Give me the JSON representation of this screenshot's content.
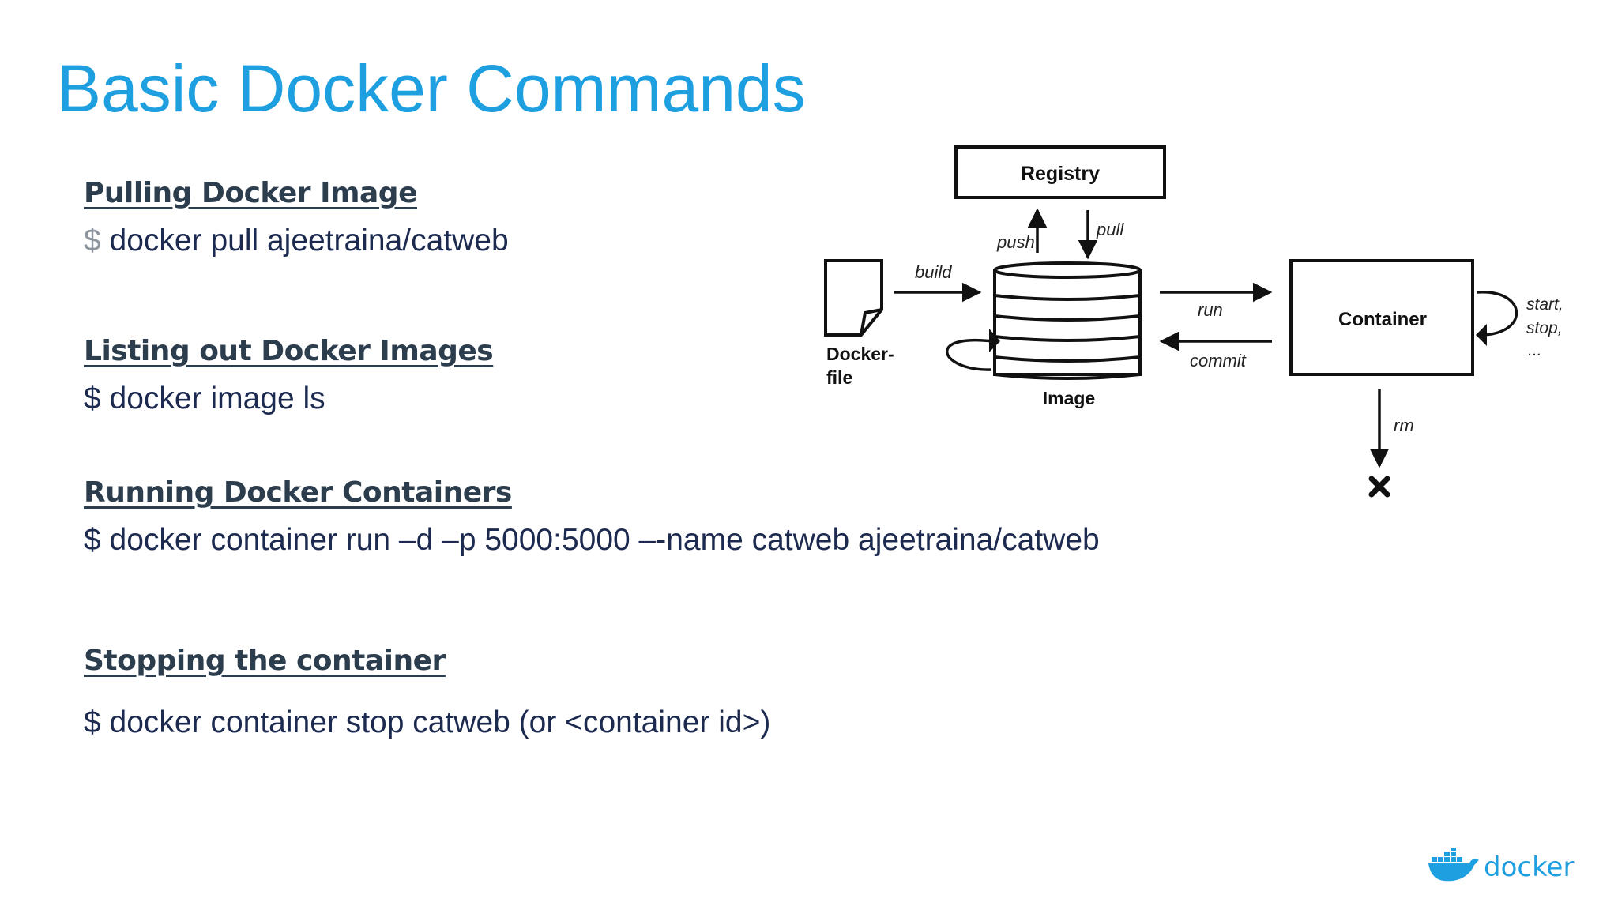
{
  "title": "Basic Docker Commands",
  "sections": [
    {
      "heading": "Pulling Docker Image",
      "prompt": "$",
      "command": "docker pull ajeetraina/catweb"
    },
    {
      "heading": "Listing out Docker Images",
      "prompt": "$",
      "command": "docker image ls"
    },
    {
      "heading": "Running Docker Containers",
      "prompt": "$",
      "command": "docker container run –d –p 5000:5000 –-name catweb ajeetraina/catweb"
    },
    {
      "heading": "Stopping the container",
      "prompt": "$",
      "command": "docker container stop catweb (or <container id>)"
    }
  ],
  "diagram": {
    "nodes": {
      "registry": "Registry",
      "image": "Image",
      "container": "Container",
      "dockerfile_line1": "Docker-",
      "dockerfile_line2": "file"
    },
    "edges": {
      "push": "push",
      "pull": "pull",
      "build": "build",
      "run": "run",
      "commit": "commit",
      "rm": "rm",
      "lifecycle_line1": "start,",
      "lifecycle_line2": "stop,",
      "lifecycle_line3": "..."
    }
  },
  "logo": {
    "text": "docker",
    "icon": "docker-whale-icon"
  },
  "colors": {
    "title": "#1d9fe0",
    "heading": "#2c3d4e",
    "command": "#1c2a4f",
    "logo": "#1d9fe0"
  }
}
